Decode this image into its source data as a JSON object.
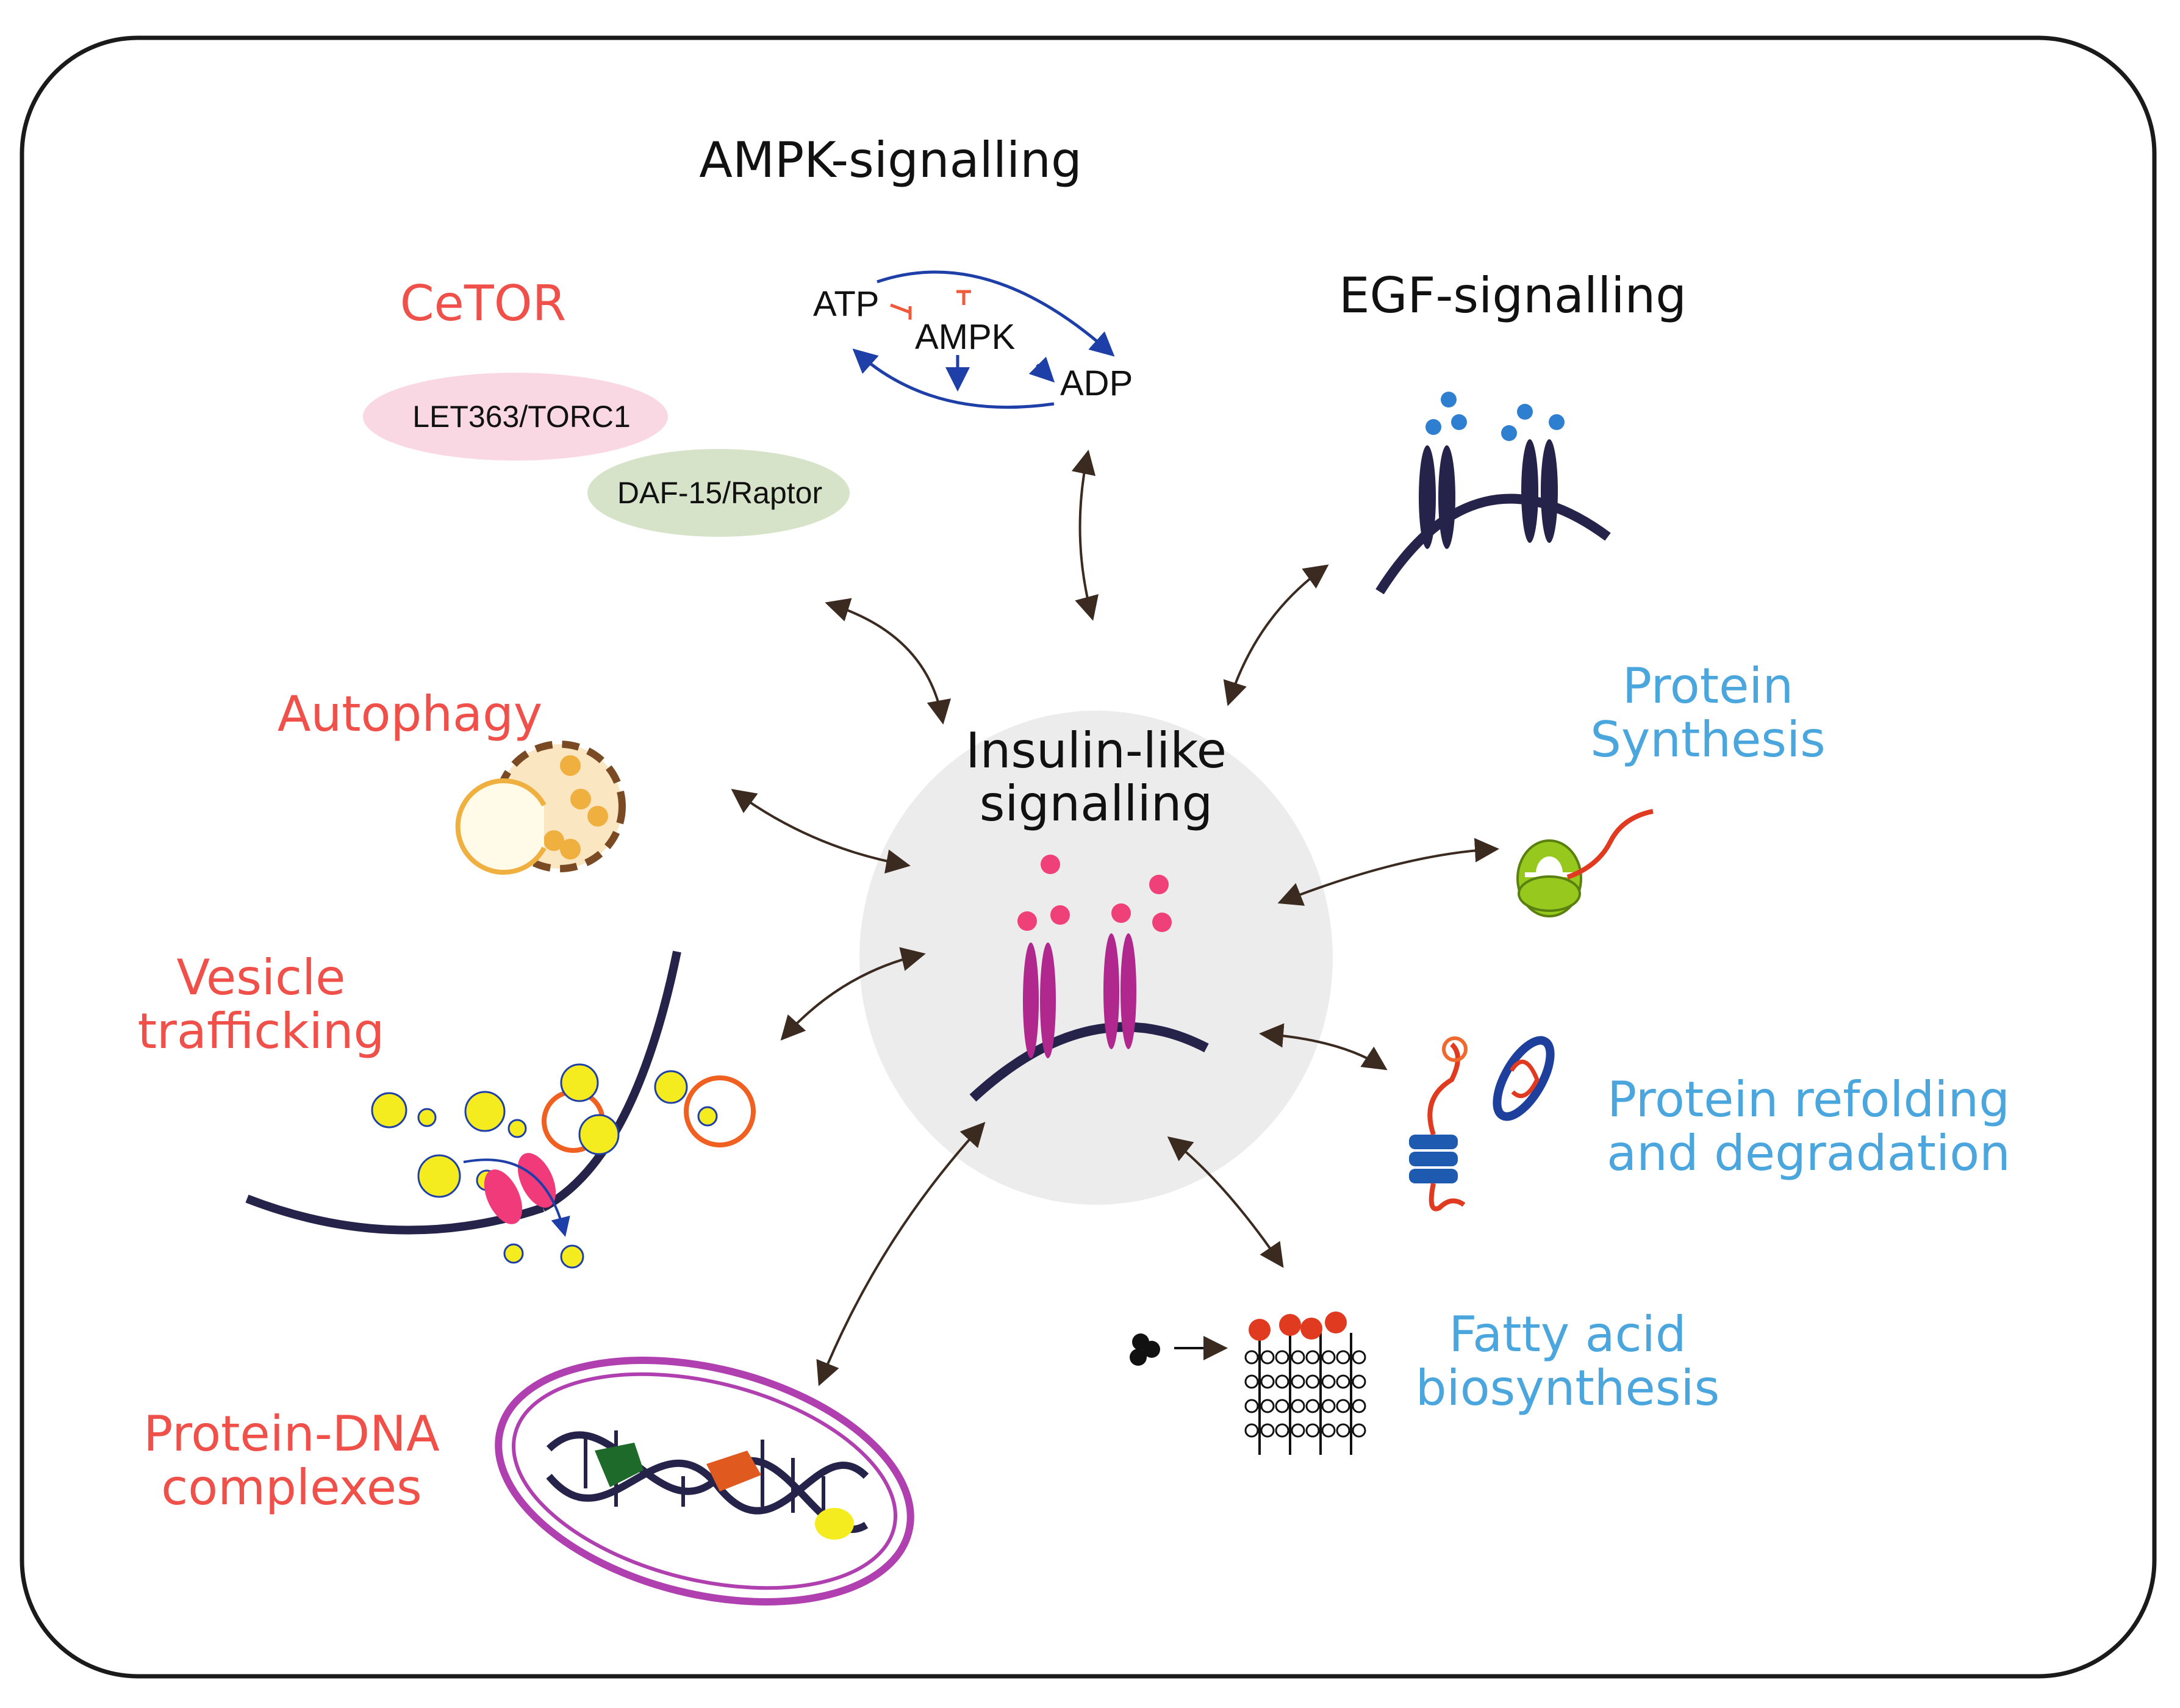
{
  "colors": {
    "frame": "#1a1a1a",
    "red_label": "#f0504a",
    "blue_label": "#4aa6dc",
    "black_label": "#111111",
    "hub_fill": "#ececec",
    "receptor_magenta": "#b0288e",
    "ligand_pink": "#f0407a",
    "egf_receptor": "#26234a",
    "egf_ligand": "#2f7fd0",
    "arrow": "#3a2a20",
    "torc1_fill": "#f9d8e4",
    "raptor_fill": "#d6e3c8",
    "ampk_arrow": "#1e3fa8",
    "ampk_inhibit": "#f05a3a"
  },
  "hub": {
    "title_line1": "Insulin-like",
    "title_line2": "signalling"
  },
  "nodes": {
    "ampk": {
      "title": "AMPK-signalling",
      "atp": "ATP",
      "ampk": "AMPK",
      "adp": "ADP"
    },
    "egf": {
      "title": "EGF-signalling"
    },
    "cetor": {
      "title": "CeTOR",
      "torc1": "LET363/TORC1",
      "raptor": "DAF-15/Raptor"
    },
    "autophagy": {
      "title": "Autophagy"
    },
    "vesicle": {
      "line1": "Vesicle",
      "line2": "trafficking"
    },
    "protein_dna": {
      "line1": "Protein-DNA",
      "line2": "complexes"
    },
    "protein_synthesis": {
      "line1": "Protein",
      "line2": "Synthesis"
    },
    "refolding": {
      "line1": "Protein refolding",
      "line2": "and degradation"
    },
    "fatty_acid": {
      "line1": "Fatty acid",
      "line2": "biosynthesis"
    }
  },
  "icons": [
    "ampk-cycle-icon",
    "egf-receptor-icon",
    "insulin-receptor-icon",
    "autophagosome-icon",
    "vesicle-membrane-icon",
    "ribosome-icon",
    "proteasome-icon",
    "lipid-bilayer-icon",
    "nucleus-dna-icon"
  ]
}
